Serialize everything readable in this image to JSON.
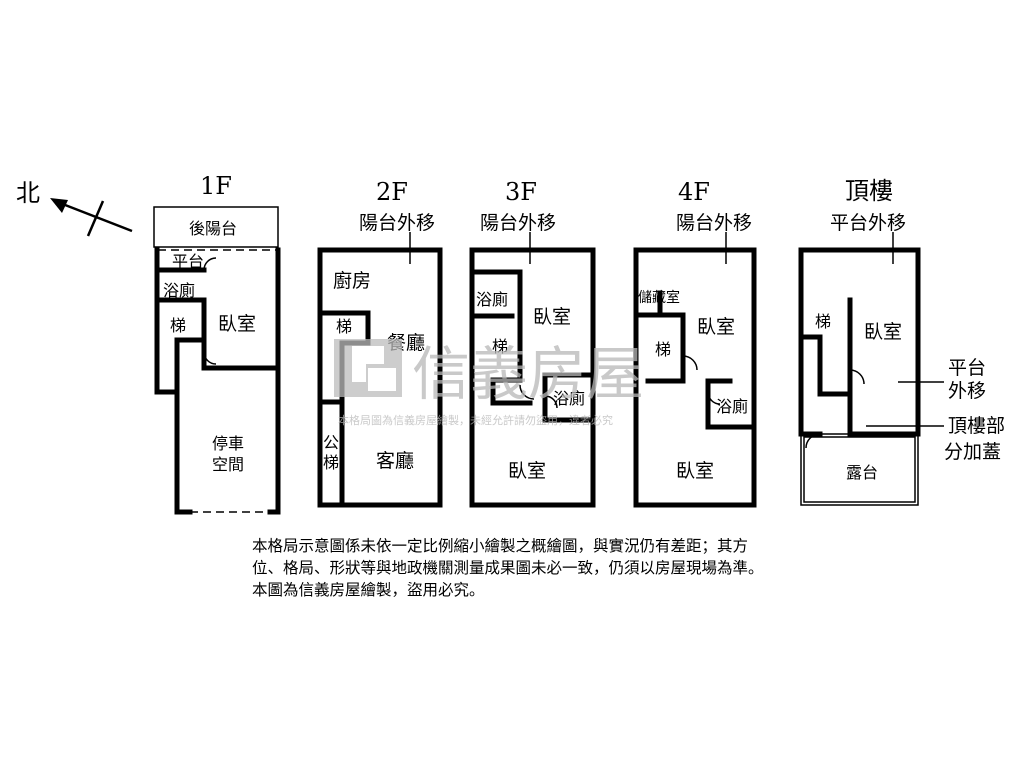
{
  "compass": {
    "north_label": "北"
  },
  "floors": [
    {
      "id": "1f",
      "title": "1F",
      "rooms": {
        "rear_balcony": "後陽台",
        "platform": "平台",
        "bath": "浴廁",
        "stairs": "梯",
        "bedroom": "臥室",
        "parking": [
          "停車",
          "空間"
        ]
      }
    },
    {
      "id": "2f",
      "title": "2F",
      "note": "陽台外移",
      "rooms": {
        "kitchen": "廚房",
        "stairs": "梯",
        "dining": "餐廳",
        "public_stairs": [
          "公",
          "梯"
        ],
        "living": "客廳"
      }
    },
    {
      "id": "3f",
      "title": "3F",
      "note": "陽台外移",
      "rooms": {
        "bath_top": "浴廁",
        "bedroom_top": "臥室",
        "stairs": "梯",
        "bath_mid": "浴廁",
        "bedroom_bottom": "臥室"
      }
    },
    {
      "id": "4f",
      "title": "4F",
      "note": "陽台外移",
      "rooms": {
        "storage": "儲藏室",
        "bedroom_top": "臥室",
        "stairs": "梯",
        "bath": "浴廁",
        "bedroom_bottom": "臥室"
      }
    },
    {
      "id": "roof",
      "title": "頂樓",
      "note": "平台外移",
      "rooms": {
        "stairs": "梯",
        "bedroom": "臥室",
        "terrace": "露台"
      }
    }
  ],
  "roof_callouts": {
    "platform_moved": [
      "平台",
      "外移"
    ],
    "partial_addition": [
      "頂樓部",
      "分加蓋"
    ]
  },
  "watermark": {
    "brand": "信義房屋",
    "notice": "本格局圖為信義房屋繪製，未經允許請勿盜用，違者必究"
  },
  "disclaimer": [
    "本格局示意圖係未依一定比例縮小繪製之概繪圖，與實況仍有差距；其方",
    "位、格局、形狀等與地政機關測量成果圖未必一致，仍須以房屋現場為準。",
    "本圖為信義房屋繪製，盜用必究。"
  ]
}
